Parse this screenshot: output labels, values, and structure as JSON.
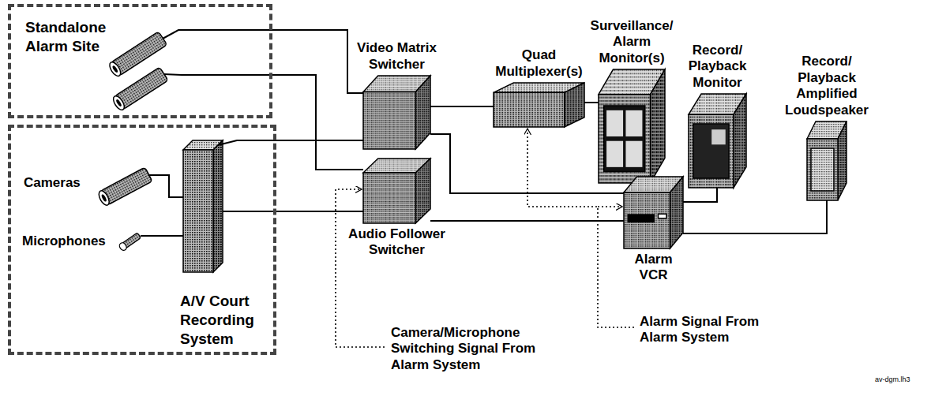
{
  "diagram": {
    "nodes": [
      {
        "text": [
          "Standalone Alarm Site"
        ]
      },
      {
        "text": [
          "A/V Court Recording System"
        ]
      },
      {
        "text": [
          "Video Matrix Switcher"
        ]
      },
      {
        "text": [
          "Audio Follower Switcher"
        ]
      },
      {
        "text": [
          "Quad Multiplexer(s)"
        ]
      },
      {
        "text": [
          "Surveillance/ Alarm Monitor(s)"
        ]
      },
      {
        "text": [
          "Record/ Playback Monitor"
        ]
      },
      {
        "text": [
          "Alarm VCR"
        ]
      },
      {
        "text": [
          "Record/ Playback Amplified Loudspeaker"
        ]
      }
    ],
    "edges": [
      {
        "from": 0,
        "to": 2,
        "arrow": "none"
      },
      {
        "from": 0,
        "to": 3,
        "arrow": "none"
      },
      {
        "from": 1,
        "to": 2,
        "arrow": "none"
      },
      {
        "from": 1,
        "to": 3,
        "arrow": "none"
      },
      {
        "from": 2,
        "to": 4,
        "arrow": "none"
      },
      {
        "from": 2,
        "to": 7,
        "arrow": "none"
      },
      {
        "from": 3,
        "to": 7,
        "arrow": "none"
      },
      {
        "from": 4,
        "to": 5,
        "arrow": "none"
      },
      {
        "from": 7,
        "to": 6,
        "arrow": "none"
      },
      {
        "from": 7,
        "to": 8,
        "arrow": "none"
      }
    ],
    "labels": [
      "Cameras",
      "Microphones",
      "Camera/Microphone Switching Signal From Alarm System",
      "Alarm Signal From Alarm System",
      "av-dgm.lh3"
    ]
  }
}
